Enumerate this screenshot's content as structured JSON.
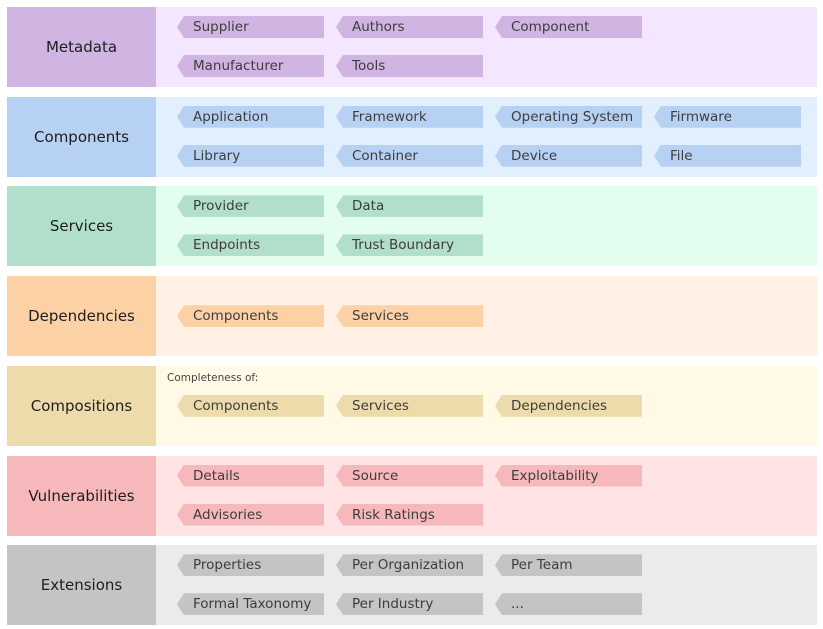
{
  "rows": [
    {
      "label": "Metadata",
      "label_color": "#d0b5e2",
      "panel_color": "#f3e6fe",
      "tag_color": "#d0b5e2",
      "note": "",
      "tags": [
        [
          "Supplier",
          "Authors",
          "Component"
        ],
        [
          "Manufacturer",
          "Tools"
        ]
      ]
    },
    {
      "label": "Components",
      "label_color": "#b7d1f3",
      "panel_color": "#e2efff",
      "tag_color": "#b7d1f3",
      "note": "",
      "tags": [
        [
          "Application",
          "Framework",
          "Operating System",
          "Firmware"
        ],
        [
          "Library",
          "Container",
          "Device",
          "File"
        ]
      ]
    },
    {
      "label": "Services",
      "label_color": "#b1dfcb",
      "panel_color": "#e3fdee",
      "tag_color": "#b1dfcb",
      "note": "",
      "tags": [
        [
          "Provider",
          "Data"
        ],
        [
          "Endpoints",
          "Trust Boundary"
        ]
      ]
    },
    {
      "label": "Dependencies",
      "label_color": "#fdd1a6",
      "panel_color": "#fff1e3",
      "tag_color": "#fdd1a6",
      "note": "",
      "tags": [
        [
          "Components",
          "Services"
        ]
      ]
    },
    {
      "label": "Compositions",
      "label_color": "#eedbac",
      "panel_color": "#fff9e6",
      "tag_color": "#eedbac",
      "note": "Completeness of:",
      "tags": [
        [
          "Components",
          "Services",
          "Dependencies"
        ]
      ]
    },
    {
      "label": "Vulnerabilities",
      "label_color": "#f6b8ba",
      "panel_color": "#ffe3e5",
      "tag_color": "#f6b8ba",
      "note": "",
      "tags": [
        [
          "Details",
          "Source",
          "Exploitability"
        ],
        [
          "Advisories",
          "Risk Ratings"
        ]
      ]
    },
    {
      "label": "Extensions",
      "label_color": "#c4c4c4",
      "panel_color": "#ebebeb",
      "tag_color": "#c4c4c4",
      "note": "",
      "tags": [
        [
          "Properties",
          "Per Organization",
          "Per Team"
        ],
        [
          "Formal Taxonomy",
          "Per Industry",
          "..."
        ]
      ]
    }
  ]
}
